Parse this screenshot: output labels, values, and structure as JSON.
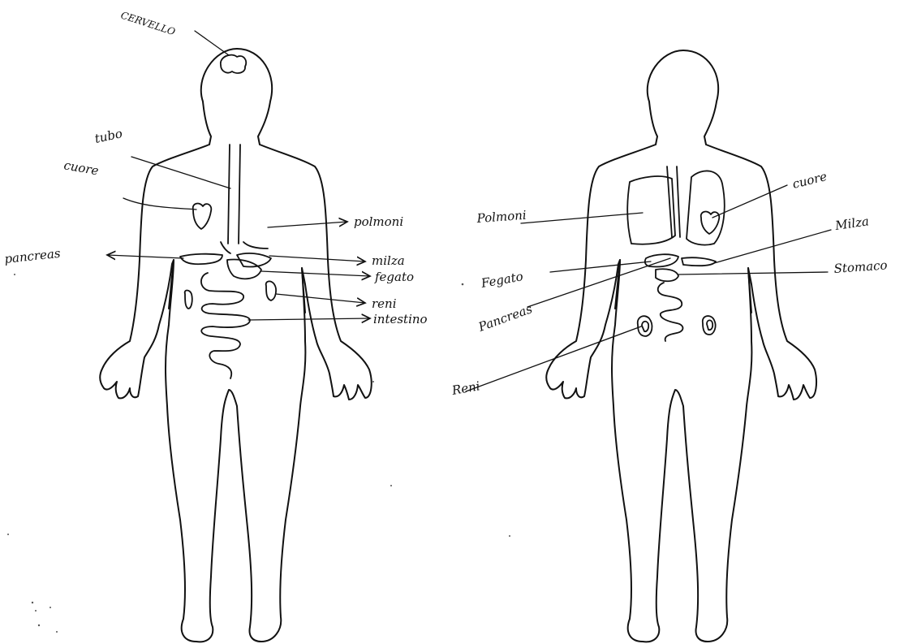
{
  "figures": [
    {
      "labels": {
        "brain": "CERVELLO",
        "tube": "tubo",
        "heart": "cuore",
        "pancreas": "pancreas",
        "lungs": "polmoni",
        "spleen": "milza",
        "liver": "fegato",
        "kidneys": "reni",
        "intestine": "intestino"
      }
    },
    {
      "labels": {
        "lungs": "Polmoni",
        "heart": "cuore",
        "spleen": "Milza",
        "liver": "Fegato",
        "stomach": "Stomaco",
        "pancreas": "Pancreas",
        "kidneys": "Reni"
      }
    }
  ]
}
